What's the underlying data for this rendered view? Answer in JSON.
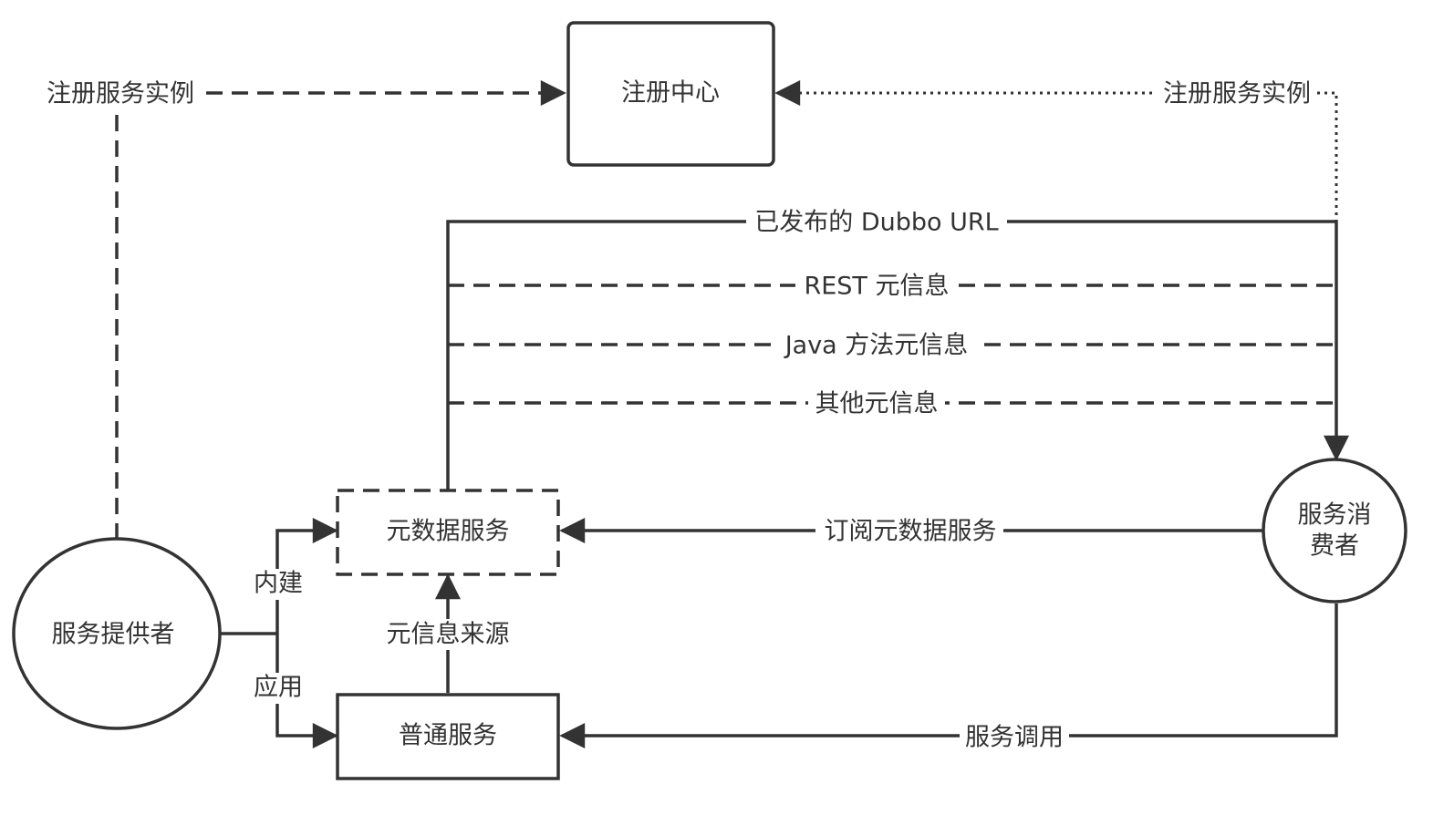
{
  "nodes": {
    "registry": "注册中心",
    "metadata_service": "元数据服务",
    "normal_service": "普通服务",
    "provider": "服务提供者",
    "consumer_line1": "服务消",
    "consumer_line2": "费者"
  },
  "edges": {
    "provider_register": "注册服务实例",
    "consumer_register": "注册服务实例",
    "published_url": "已发布的 Dubbo URL",
    "rest_meta": "REST 元信息",
    "java_meta": "Java 方法元信息",
    "other_meta": "其他元信息",
    "subscribe": "订阅元数据服务",
    "builtin": "内建",
    "apply": "应用",
    "meta_source": "元信息来源",
    "invoke": "服务调用"
  },
  "colors": {
    "stroke": "#333333",
    "text": "#333333",
    "background": "#ffffff"
  }
}
